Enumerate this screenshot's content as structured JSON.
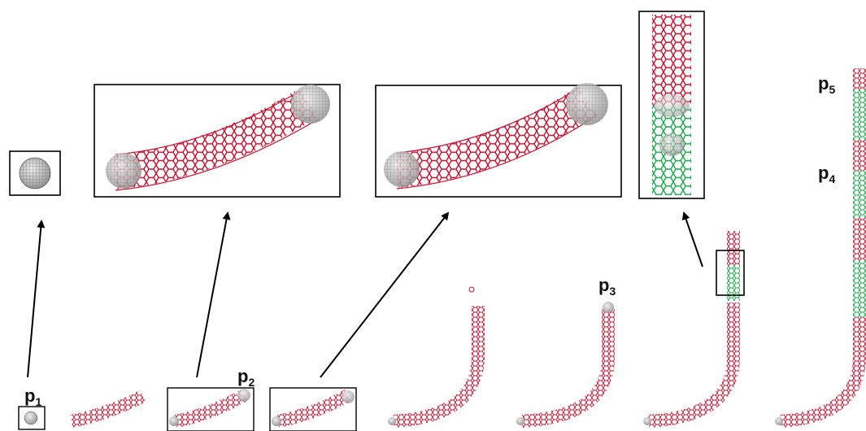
{
  "labels": {
    "p1": {
      "main": "p",
      "sub": "1"
    },
    "p2": {
      "main": "p",
      "sub": "2"
    },
    "p3": {
      "main": "p",
      "sub": "3"
    },
    "p4": {
      "main": "p",
      "sub": "4"
    },
    "p5": {
      "main": "p",
      "sub": "5"
    }
  },
  "colors": {
    "tube_red": "#c8102e",
    "tube_green": "#1aa64a",
    "sphere_fill": "#bdbdbd",
    "sphere_grid": "#6e6e6e",
    "frame": "#000000",
    "arrow": "#000000"
  }
}
